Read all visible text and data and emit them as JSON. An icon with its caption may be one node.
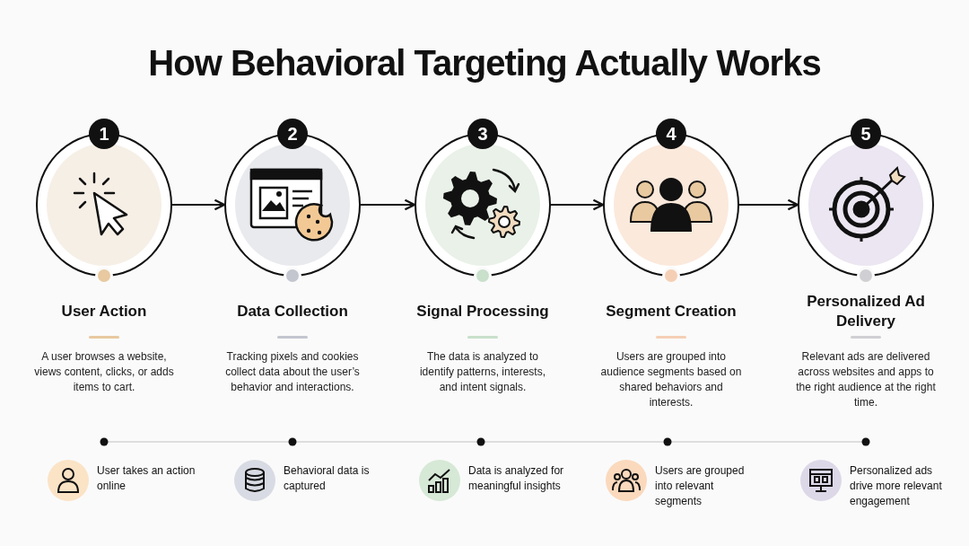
{
  "diagram": {
    "title": "How Behavioral Targeting Actually Works",
    "nodes": [
      {
        "text": [
          "1"
        ],
        "beside": [
          "User Action",
          "A user browses a website, views content, clicks, or adds items to cart."
        ]
      },
      {
        "text": [
          "2"
        ],
        "beside": [
          "Data Collection",
          "Tracking pixels and cookies collect data about the user’s behavior and interactions."
        ]
      },
      {
        "text": [
          "3"
        ],
        "beside": [
          "Signal Processing",
          "The data is analyzed to identify patterns, interests, and intent signals."
        ]
      },
      {
        "text": [
          "4"
        ],
        "beside": [
          "Segment Creation",
          "Users are grouped into audience segments based on shared behaviors and interests."
        ]
      },
      {
        "text": [
          "5"
        ],
        "beside": [
          "Personalized Ad Delivery",
          "Relevant ads are delivered across websites and apps to the right audience at the right time."
        ]
      }
    ],
    "edges": [
      {
        "from": 0,
        "to": 1,
        "arrow": "to"
      },
      {
        "from": 1,
        "to": 2,
        "arrow": "to"
      },
      {
        "from": 2,
        "to": 3,
        "arrow": "to"
      },
      {
        "from": 3,
        "to": 4,
        "arrow": "to"
      }
    ],
    "labels": [
      "User takes an action online",
      "Behavioral data is captured",
      "Data is analyzed for meaningful insights",
      "Users are grouped into relevant segments",
      "Personalized ads drive more relevant engagement"
    ]
  }
}
